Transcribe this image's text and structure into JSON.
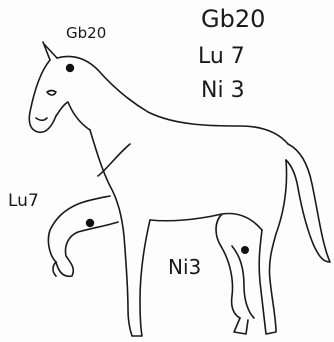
{
  "illustration": {
    "subject": "horse-sketch",
    "ink_color": "#1a1a1a",
    "paper_color": "#fdfdfd"
  },
  "legend": {
    "items": [
      "Gb20",
      "Lu 7",
      "Ni 3"
    ]
  },
  "labels": {
    "head_point": "Gb20",
    "foreleg_point": "Lu7",
    "hindleg_point": "Ni3"
  }
}
